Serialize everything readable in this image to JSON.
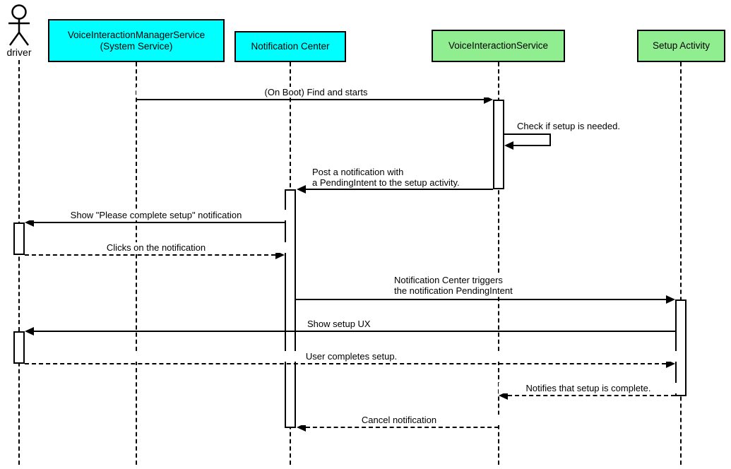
{
  "diagram_type": "uml-sequence",
  "colors": {
    "system_participant_fill": "#00ffff",
    "service_participant_fill": "#90ee90",
    "line_color": "#000000",
    "activation_fill": "#ffffff",
    "background": "#ffffff"
  },
  "actor": {
    "label": "driver"
  },
  "participants": [
    {
      "id": "vims",
      "label": "VoiceInteractionManagerService\n(System Service)",
      "fill": "#00ffff"
    },
    {
      "id": "notification-center",
      "label": "Notification Center",
      "fill": "#00ffff"
    },
    {
      "id": "voice-interaction-service",
      "label": "VoiceInteractionService",
      "fill": "#90ee90"
    },
    {
      "id": "setup-activity",
      "label": "Setup Activity",
      "fill": "#90ee90"
    }
  ],
  "messages": [
    {
      "label": "(On Boot) Find and starts",
      "from": "vims",
      "to": "voice-interaction-service",
      "style": "solid"
    },
    {
      "label": "Check if setup is needed.",
      "from": "voice-interaction-service",
      "to": "voice-interaction-service",
      "style": "solid-self"
    },
    {
      "label": "Post a notification with\na PendingIntent to the setup activity.",
      "from": "voice-interaction-service",
      "to": "notification-center",
      "style": "solid"
    },
    {
      "label": "Show \"Please complete setup\" notification",
      "from": "notification-center",
      "to": "driver",
      "style": "solid"
    },
    {
      "label": "Clicks on the notification",
      "from": "driver",
      "to": "notification-center",
      "style": "dashed"
    },
    {
      "label": "Notification Center triggers\nthe notification PendingIntent",
      "from": "notification-center",
      "to": "setup-activity",
      "style": "solid"
    },
    {
      "label": "Show setup UX",
      "from": "setup-activity",
      "to": "driver",
      "style": "solid"
    },
    {
      "label": "User completes setup.",
      "from": "driver",
      "to": "setup-activity",
      "style": "dashed"
    },
    {
      "label": "Notifies that setup is complete.",
      "from": "setup-activity",
      "to": "voice-interaction-service",
      "style": "dashed"
    },
    {
      "label": "Cancel notification",
      "from": "voice-interaction-service",
      "to": "notification-center",
      "style": "dashed"
    }
  ]
}
